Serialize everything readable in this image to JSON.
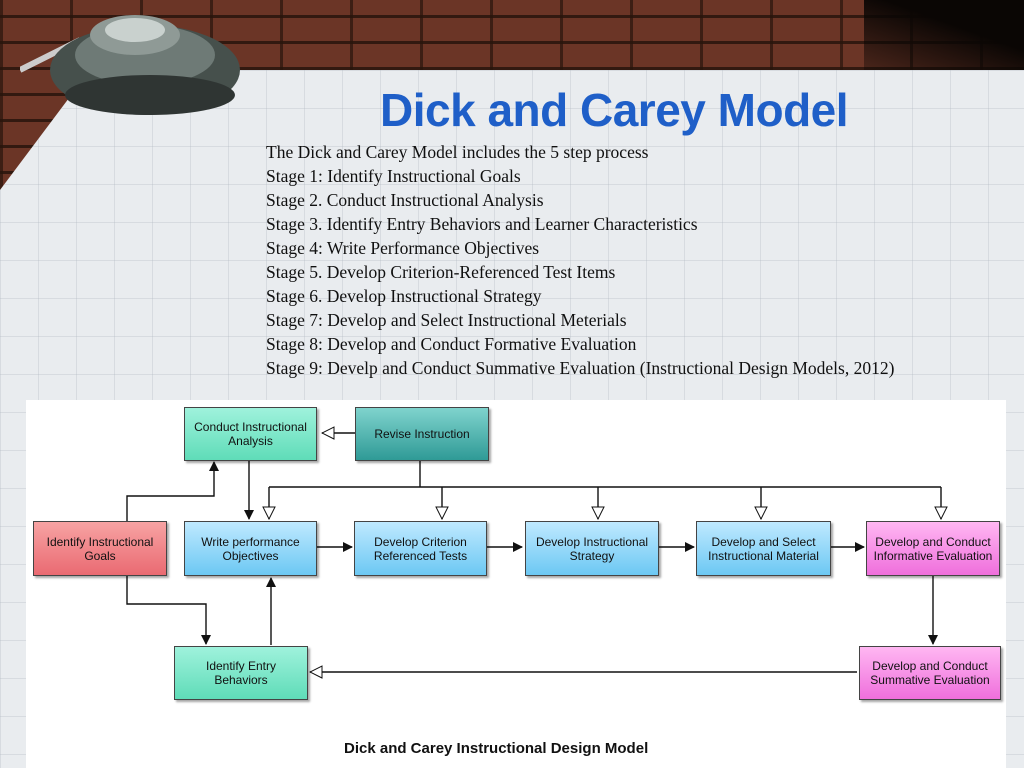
{
  "slide": {
    "title": "Dick and Carey Model",
    "lines": [
      "The Dick and Carey Model includes the 5 step process",
      "Stage 1: Identify Instructional Goals",
      "Stage 2. Conduct Instructional Analysis",
      "Stage 3. Identify Entry Behaviors and Learner Characteristics",
      "Stage 4: Write Performance Objectives",
      "Stage 5. Develop Criterion-Referenced Test Items",
      "Stage 6. Develop Instructional Strategy",
      "Stage 7: Develop and Select Instructional Meterials",
      "Stage 8: Develop and Conduct Formative Evaluation",
      "Stage 9: Develp and Conduct Summative Evaluation (Instructional Design Models, 2012)"
    ]
  },
  "diagram": {
    "caption": "Dick and Carey Instructional Design Model",
    "nodes": {
      "conduct_analysis": "Conduct Instructional Analysis",
      "revise": "Revise Instruction",
      "identify_goals": "Identify Instructional Goals",
      "write_objectives": "Write performance Objectives",
      "criterion_tests": "Develop Criterion Referenced Tests",
      "instr_strategy": "Develop Instructional Strategy",
      "select_material": "Develop and Select Instructional Material",
      "formative": "Develop and Conduct Informative Evaluation",
      "entry_behaviors": "Identify Entry Behaviors",
      "summative": "Develop and Conduct Summative Evaluation"
    }
  },
  "colors": {
    "title": "#1f5fc8",
    "teal": "#5fdcb8",
    "teal_dark": "#2f9a96",
    "blue": "#6cc8f3",
    "red": "#ea6a72",
    "pink": "#ef6fdc"
  },
  "icons": {
    "lamp": "desk-lamp-icon"
  }
}
